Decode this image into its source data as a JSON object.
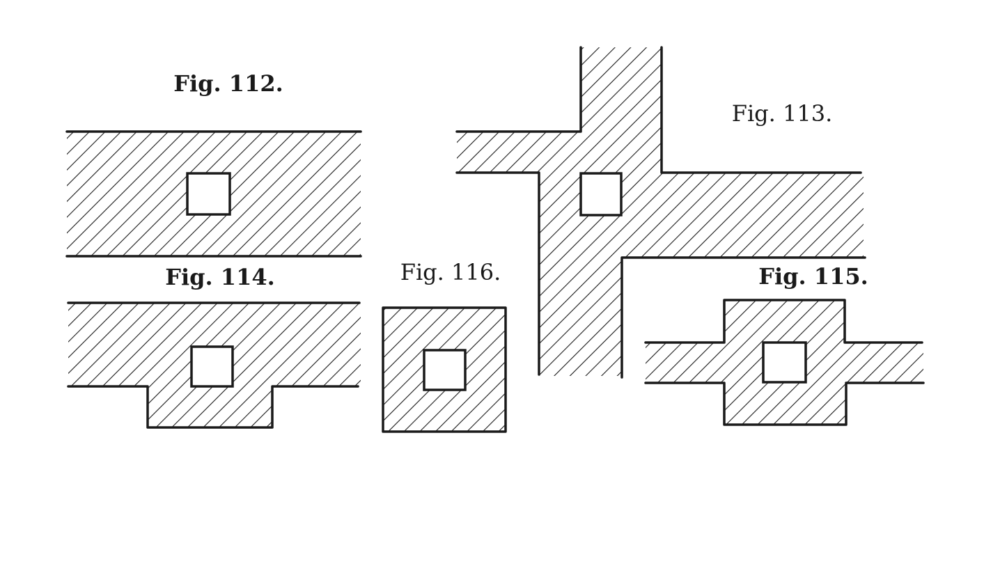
{
  "figures": [
    {
      "id": "fig-112",
      "label": "Fig. 112."
    },
    {
      "id": "fig-113",
      "label": "Fig. 113."
    },
    {
      "id": "fig-114",
      "label": "Fig. 114."
    },
    {
      "id": "fig-115",
      "label": "Fig. 115."
    },
    {
      "id": "fig-116",
      "label": "Fig. 116."
    }
  ]
}
